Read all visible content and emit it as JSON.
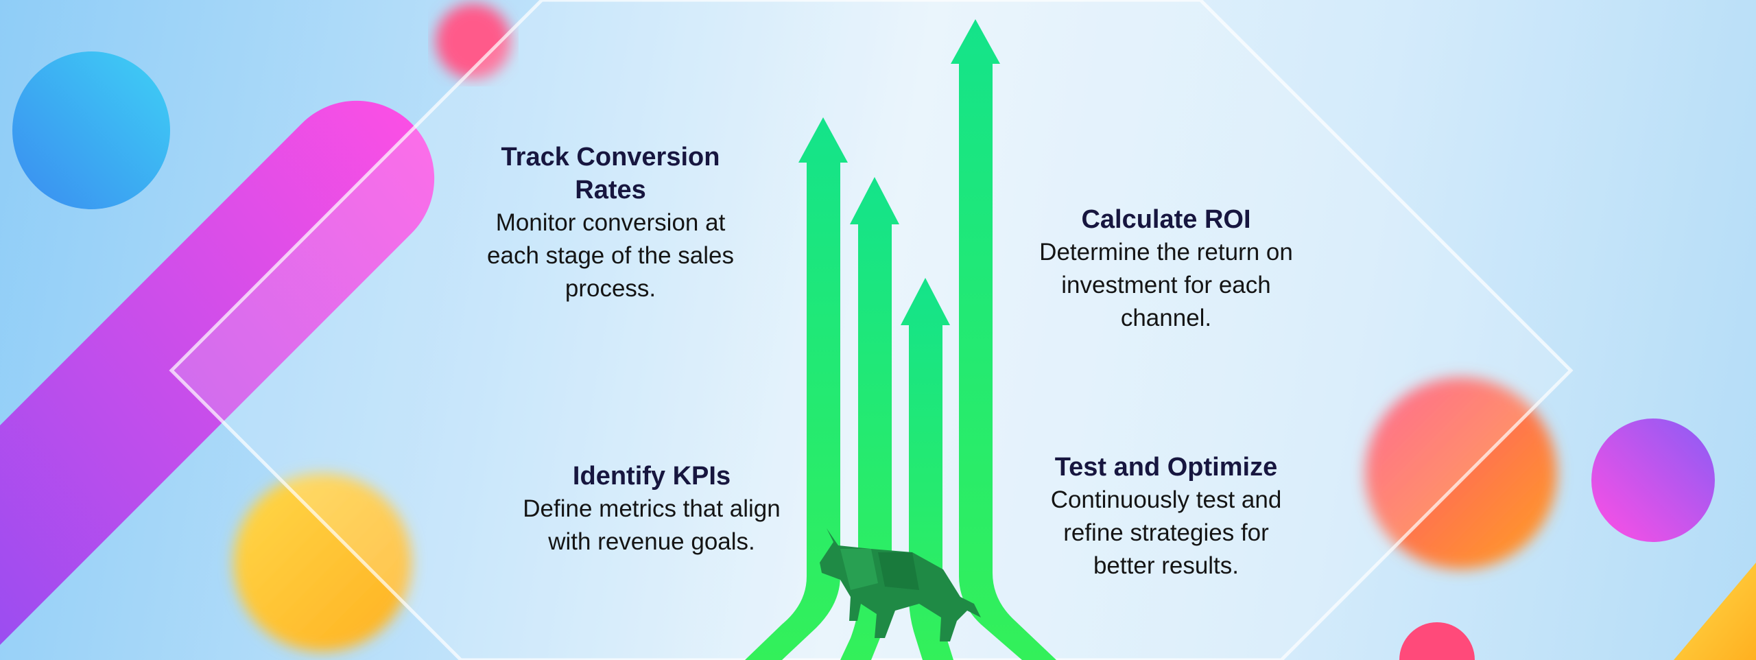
{
  "blocks": [
    {
      "title": "Track Conversion Rates",
      "text": "Monitor conversion at each stage of the sales process."
    },
    {
      "title": "Calculate ROI",
      "text": "Determine the return on investment for each channel."
    },
    {
      "title": "Identify KPIs",
      "text": "Define metrics that align with revenue goals."
    },
    {
      "title": "Test and Optimize",
      "text": "Continuously test and refine strategies for better results."
    }
  ],
  "colors": {
    "heading": "#17163f",
    "arrow": "#1ee86a",
    "bull": "#1f8a45"
  }
}
